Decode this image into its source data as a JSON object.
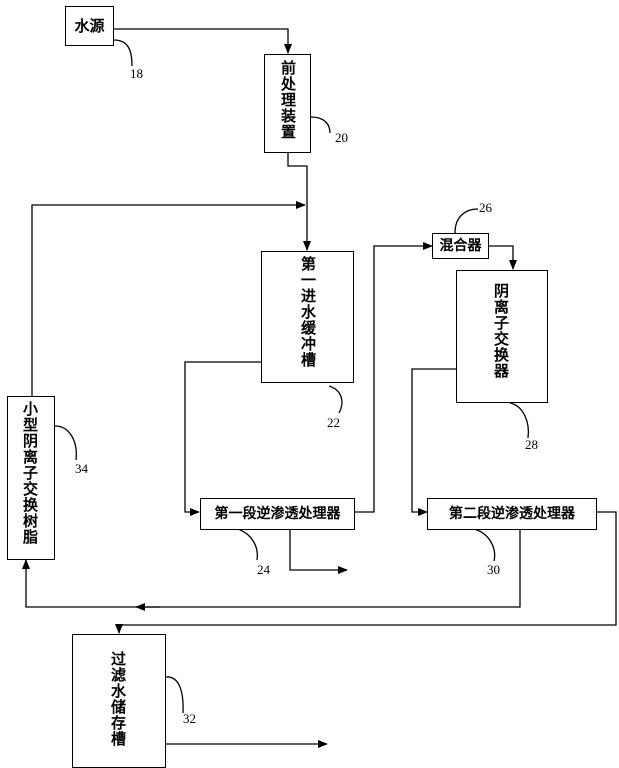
{
  "nodes": {
    "water_source": {
      "label": "水源",
      "ref": "18"
    },
    "pretreatment": {
      "label": "前处理装置",
      "ref": "20"
    },
    "buffer_tank": {
      "label": "第一进水缓冲槽",
      "ref": "22"
    },
    "ro_stage1": {
      "label": "第一段逆渗透处理器",
      "ref": "24"
    },
    "mixer": {
      "label": "混合器",
      "ref": "26"
    },
    "cation_exchanger": {
      "label": "阴离子交换器",
      "ref": "28"
    },
    "ro_stage2": {
      "label": "第二段逆渗透处理器",
      "ref": "30"
    },
    "filtered_storage": {
      "label": "过滤水储存槽",
      "ref": "32"
    },
    "small_cation_resin": {
      "label": "小型阴离子交换树脂",
      "ref": "34"
    }
  }
}
